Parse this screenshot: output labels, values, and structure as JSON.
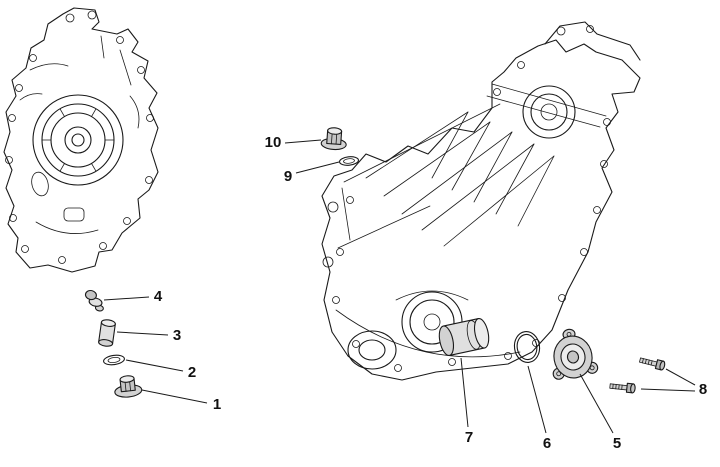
{
  "diagram": {
    "kind": "exploded-parts-diagram",
    "subject": "engine crankcase halves with plugs, washers and oil pump cover",
    "background_color": "#ffffff",
    "line_color": "#1a1a1a",
    "part_fill_light": "#e0e0e0",
    "part_fill_mid": "#c4c4c4",
    "callouts": [
      {
        "label": "1"
      },
      {
        "label": "2"
      },
      {
        "label": "3"
      },
      {
        "label": "4"
      },
      {
        "label": "5"
      },
      {
        "label": "6"
      },
      {
        "label": "7"
      },
      {
        "label": "8"
      },
      {
        "label": "9"
      },
      {
        "label": "10"
      }
    ]
  }
}
